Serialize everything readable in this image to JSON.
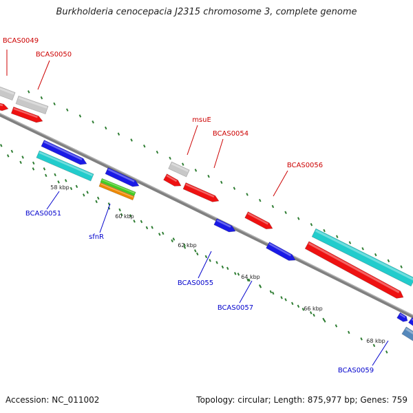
{
  "title": "Burkholderia cenocepacia J2315 chromosome 3, complete genome",
  "footer": {
    "accession": "Accession: NC_011002",
    "summary": "Topology: circular; Length: 875,977 bp; Genes: 759"
  },
  "colors": {
    "forward_label": "#cc0000",
    "reverse_label": "#0000cc",
    "backbone": "#808080",
    "tick_dots": "#2e7d32",
    "red_cds": "#ee1111",
    "blue_cds": "#1a1ae6",
    "grey_cds": "#c8c8c8",
    "cyan_cds": "#22cccc",
    "green_cds": "#44cc22",
    "orange_cds": "#ee8800",
    "steelblue_cds": "#5588bb"
  },
  "tick_labels": [
    "58 kbp",
    "60 kbp",
    "62 kbp",
    "64 kbp",
    "66 kbp",
    "68 kbp"
  ],
  "forward_labels": [
    "BCAS0049",
    "BCAS0050",
    "msuE",
    "BCAS0054",
    "BCAS0056"
  ],
  "reverse_labels": [
    "BCAS0051",
    "sfnR",
    "BCAS0055",
    "BCAS0057",
    "BCAS0059"
  ]
}
